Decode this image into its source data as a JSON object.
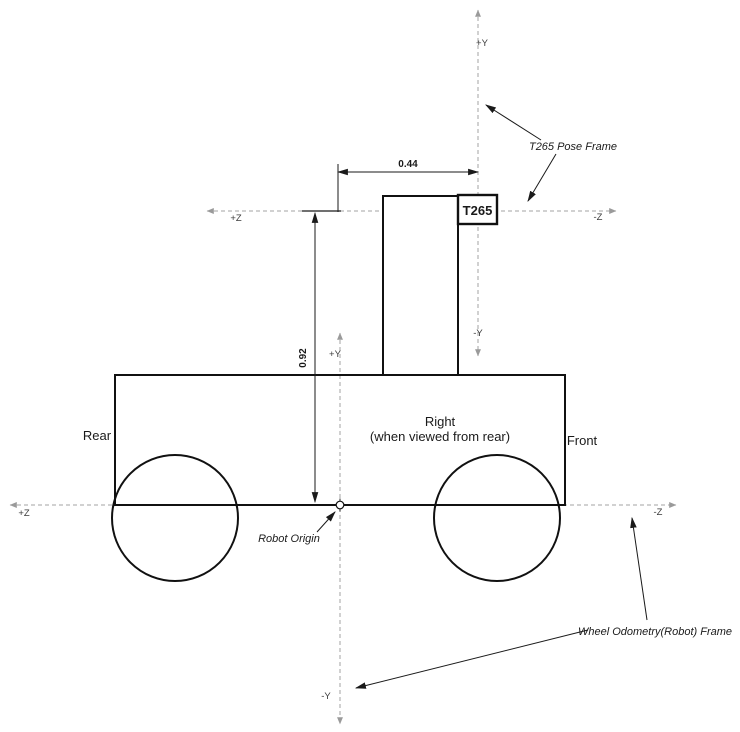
{
  "diagram": {
    "t265_box_label": "T265",
    "robot_labels": {
      "rear": "Rear",
      "front": "Front",
      "right_line1": "Right",
      "right_line2": "(when viewed from rear)"
    },
    "callouts": {
      "t265_pose_frame": "T265 Pose Frame",
      "robot_origin": "Robot Origin",
      "wheel_odometry_frame": "Wheel Odometry(Robot) Frame"
    },
    "dimensions": {
      "horizontal": "0.44",
      "vertical": "0.92"
    },
    "t265_axes": {
      "up": "+Y",
      "down": "-Y",
      "left": "+Z",
      "right": "-Z"
    },
    "robot_axes": {
      "up": "+Y",
      "down": "-Y",
      "left": "+Z",
      "right": "-Z"
    },
    "colors": {
      "horizontal_dim": "#2e74b5",
      "vertical_dim": "#00b050",
      "axis": "#a3a3a3",
      "outline": "#111111"
    }
  }
}
